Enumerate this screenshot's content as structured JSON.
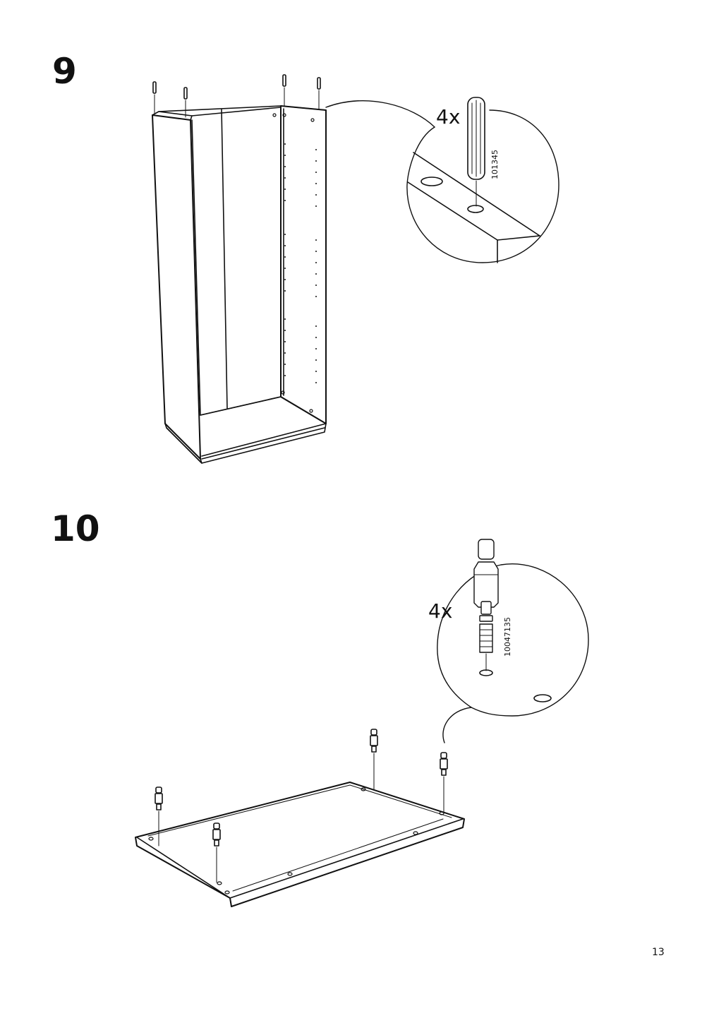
{
  "steps": [
    {
      "number": "9",
      "quantity": "4x",
      "part_number": "101345"
    },
    {
      "number": "10",
      "quantity": "4x",
      "part_number": "10047135"
    }
  ],
  "page_number": "13",
  "colors": {
    "line": "#111111",
    "background": "#ffffff"
  },
  "icons": [
    "wooden-dowel-icon",
    "cam-lock-dowel-icon"
  ]
}
